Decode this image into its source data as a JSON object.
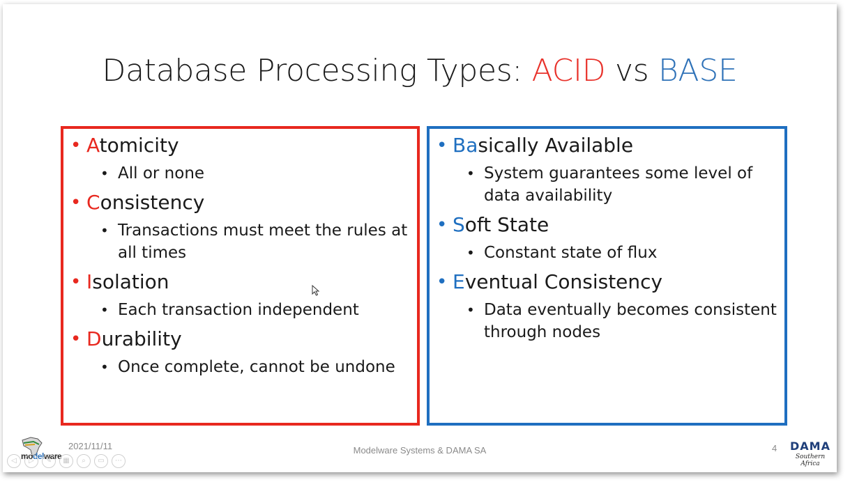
{
  "slide": {
    "title_prefix": "Database Processing Types: ",
    "title_acid": "ACID",
    "title_vs": " vs ",
    "title_base": "BASE",
    "acid": {
      "color": "#e8281f",
      "items": [
        {
          "first": "A",
          "rest": "tomicity",
          "sub": [
            "All or none"
          ]
        },
        {
          "first": "C",
          "rest": "onsistency",
          "sub": [
            "Transactions must meet the rules at all times"
          ]
        },
        {
          "first": "I",
          "rest": "solation",
          "sub": [
            "Each transaction independent"
          ]
        },
        {
          "first": "D",
          "rest": "urability",
          "sub": [
            "Once complete, cannot be undone"
          ]
        }
      ]
    },
    "base": {
      "color": "#1f6fc0",
      "items": [
        {
          "first": "Ba",
          "rest": "sically Available",
          "sub": [
            "System guarantees some level of data availability"
          ]
        },
        {
          "first": "S",
          "rest": "oft State",
          "sub": [
            "Constant state of flux"
          ]
        },
        {
          "first": "E",
          "rest": "ventual Consistency",
          "sub": [
            "Data eventually becomes consistent through nodes"
          ]
        }
      ]
    }
  },
  "footer": {
    "date": "2021/11/11",
    "center": "Modelware Systems & DAMA SA",
    "page_number": "4",
    "logo_left_a": "mo",
    "logo_left_b": "del",
    "logo_left_c": "ware",
    "logo_right_main": "DAMA",
    "logo_right_sub": "Southern Africa"
  },
  "icons": {
    "bullet": "•",
    "nav": [
      "prev-icon",
      "next-icon",
      "pen-icon",
      "slides-icon",
      "zoom-icon",
      "subtitles-icon",
      "more-icon"
    ]
  }
}
